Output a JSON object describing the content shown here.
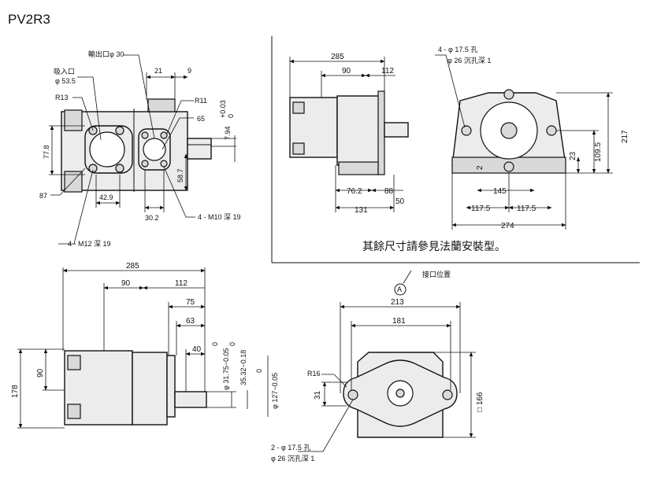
{
  "title": "PV2R3",
  "note": "其餘尺寸請參見法蘭安裝型。",
  "port_position_label": "接口位置",
  "port_marker": "A",
  "top_left_view": {
    "outlet_port": "輸出口φ 30",
    "inlet_port": "吸入口",
    "inlet_dia": "φ 53.5",
    "r13": "R13",
    "r11": "R11",
    "d21": "21",
    "d9": "9",
    "d65": "65",
    "shaft_tol_top": "+0.03",
    "shaft_tol_bot": "0",
    "shaft_dim": "7.94",
    "d77_8": "77.8",
    "d58_7": "58.7",
    "d87": "87",
    "d42_9": "42.9",
    "d30_2": "30.2",
    "m10": "4 - M10 深 19",
    "m12": "4 - M12 深 19"
  },
  "top_right_view": {
    "d285": "285",
    "d90": "90",
    "d112": "112",
    "d76_2": "76.2",
    "d88": "88",
    "d131": "131",
    "d50": "50",
    "hole_spec": "4 - φ 17.5 孔",
    "cbore_spec": "φ 26 沉孔深 1",
    "d217": "217",
    "d109_5": "109.5",
    "d23": "23",
    "d2": "2",
    "d145": "145",
    "d117_5a": "117.5",
    "d117_5b": "117.5",
    "d274": "274"
  },
  "bottom_left_view": {
    "d285": "285",
    "d90": "90",
    "d112": "112",
    "d75": "75",
    "d63": "63",
    "d40": "40",
    "d178": "178",
    "d90v": "90",
    "shaft1_tol_top": "0",
    "shaft1": "φ 31.75−0.05",
    "shaft2_tol_top": "0",
    "shaft2": "35.32−0.18",
    "flange_tol_top": "0",
    "flange": "φ 127−0.05"
  },
  "bottom_right_view": {
    "d213": "213",
    "d181": "181",
    "r16": "R16",
    "d31": "31",
    "d166": "□ 166",
    "hole_spec": "2 - φ 17.5 孔",
    "cbore_spec": "φ 26 沉孔深 1"
  }
}
